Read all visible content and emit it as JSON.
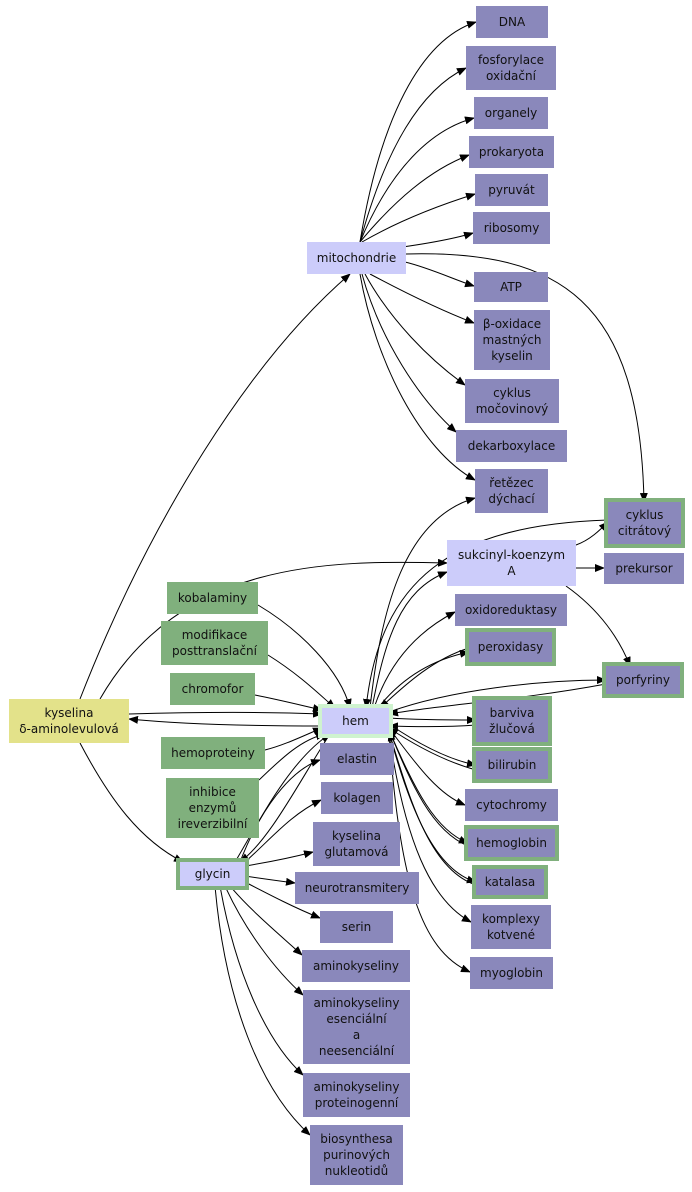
{
  "colors": {
    "purple_box": "#8a88bb",
    "lavender_box": "#ccccfa",
    "green_box": "#80b07d",
    "yellow_box": "#e3e28a",
    "highlight_border": "#80b07d",
    "hem_border": "#cff3cf",
    "edge": "#000000"
  },
  "nodes": {
    "dna": {
      "lines": [
        "DNA"
      ],
      "style": "purple"
    },
    "fosforylace": {
      "lines": [
        "fosforylace",
        "oxidační"
      ],
      "style": "purple"
    },
    "organely": {
      "lines": [
        "organely"
      ],
      "style": "purple"
    },
    "prokaryota": {
      "lines": [
        "prokaryota"
      ],
      "style": "purple"
    },
    "pyruvat": {
      "lines": [
        "pyruvát"
      ],
      "style": "purple"
    },
    "ribosomy": {
      "lines": [
        "ribosomy"
      ],
      "style": "purple"
    },
    "mitochondrie": {
      "lines": [
        "mitochondrie"
      ],
      "style": "lavender"
    },
    "atp": {
      "lines": [
        "ATP"
      ],
      "style": "purple"
    },
    "boxidace": {
      "lines": [
        "β-oxidace",
        "mastných",
        "kyselin"
      ],
      "style": "purple"
    },
    "cyklus_mocovinovy": {
      "lines": [
        "cyklus",
        "močovinový"
      ],
      "style": "purple"
    },
    "dekarboxylace": {
      "lines": [
        "dekarboxylace"
      ],
      "style": "purple"
    },
    "retezec": {
      "lines": [
        "řetězec",
        "dýchací"
      ],
      "style": "purple"
    },
    "cyklus_citratovy": {
      "lines": [
        "cyklus",
        "citrátový"
      ],
      "style": "purple-highlight"
    },
    "sukcinyl": {
      "lines": [
        "sukcinyl-koenzym",
        "A"
      ],
      "style": "lavender"
    },
    "prekursor": {
      "lines": [
        "prekursor"
      ],
      "style": "purple"
    },
    "oxidoreduktasy": {
      "lines": [
        "oxidoreduktasy"
      ],
      "style": "purple"
    },
    "peroxidasy": {
      "lines": [
        "peroxidasy"
      ],
      "style": "purple-highlight"
    },
    "porfyriny": {
      "lines": [
        "porfyriny"
      ],
      "style": "purple-highlight"
    },
    "kobalaminy": {
      "lines": [
        "kobalaminy"
      ],
      "style": "green"
    },
    "modifikace": {
      "lines": [
        "modifikace",
        "posttranslační"
      ],
      "style": "green"
    },
    "chromofor": {
      "lines": [
        "chromofor"
      ],
      "style": "green"
    },
    "kyselina_ala": {
      "lines": [
        "kyselina",
        "δ-aminolevulová"
      ],
      "style": "yellow"
    },
    "hem": {
      "lines": [
        "hem"
      ],
      "style": "hem"
    },
    "barviva": {
      "lines": [
        "barviva",
        "žlučová"
      ],
      "style": "purple-highlight"
    },
    "hemoproteiny": {
      "lines": [
        "hemoproteiny"
      ],
      "style": "green"
    },
    "elastin": {
      "lines": [
        "elastin"
      ],
      "style": "purple"
    },
    "bilirubin": {
      "lines": [
        "bilirubin"
      ],
      "style": "purple-highlight"
    },
    "inhibice": {
      "lines": [
        "inhibice",
        "enzymů",
        "ireverzibilní"
      ],
      "style": "green"
    },
    "kolagen": {
      "lines": [
        "kolagen"
      ],
      "style": "purple"
    },
    "cytochromy": {
      "lines": [
        "cytochromy"
      ],
      "style": "purple"
    },
    "kys_glutamova": {
      "lines": [
        "kyselina",
        "glutamová"
      ],
      "style": "purple"
    },
    "hemoglobin": {
      "lines": [
        "hemoglobin"
      ],
      "style": "purple-highlight"
    },
    "glycin": {
      "lines": [
        "glycin"
      ],
      "style": "glycin"
    },
    "neurotransmitery": {
      "lines": [
        "neurotransmitery"
      ],
      "style": "purple"
    },
    "katalasa": {
      "lines": [
        "katalasa"
      ],
      "style": "purple-highlight"
    },
    "serin": {
      "lines": [
        "serin"
      ],
      "style": "purple"
    },
    "komplexy": {
      "lines": [
        "komplexy",
        "kotvené"
      ],
      "style": "purple"
    },
    "aminokyseliny": {
      "lines": [
        "aminokyseliny"
      ],
      "style": "purple"
    },
    "myoglobin": {
      "lines": [
        "myoglobin"
      ],
      "style": "purple"
    },
    "ak_esencialni": {
      "lines": [
        "aminokyseliny",
        "esenciální",
        "a",
        "neesenciální"
      ],
      "style": "purple"
    },
    "ak_proteinogenni": {
      "lines": [
        "aminokyseliny",
        "proteinogenní"
      ],
      "style": "purple"
    },
    "biosynthesa": {
      "lines": [
        "biosynthesa",
        "purinových",
        "nukleotidů"
      ],
      "style": "purple"
    }
  },
  "edges": [
    {
      "from": "mitochondrie",
      "to": "dna"
    },
    {
      "from": "mitochondrie",
      "to": "fosforylace"
    },
    {
      "from": "mitochondrie",
      "to": "organely"
    },
    {
      "from": "mitochondrie",
      "to": "prokaryota"
    },
    {
      "from": "mitochondrie",
      "to": "pyruvat"
    },
    {
      "from": "mitochondrie",
      "to": "ribosomy"
    },
    {
      "from": "mitochondrie",
      "to": "atp"
    },
    {
      "from": "mitochondrie",
      "to": "boxidace"
    },
    {
      "from": "mitochondrie",
      "to": "cyklus_mocovinovy"
    },
    {
      "from": "mitochondrie",
      "to": "dekarboxylace"
    },
    {
      "from": "mitochondrie",
      "to": "retezec"
    },
    {
      "from": "mitochondrie",
      "to": "cyklus_citratovy"
    },
    {
      "from": "kyselina_ala",
      "to": "mitochondrie"
    },
    {
      "from": "kyselina_ala",
      "to": "sukcinyl"
    },
    {
      "from": "kyselina_ala",
      "to": "glycin"
    },
    {
      "from": "kyselina_ala",
      "to": "hem"
    },
    {
      "from": "hem",
      "to": "kyselina_ala"
    },
    {
      "from": "sukcinyl",
      "to": "cyklus_citratovy"
    },
    {
      "from": "sukcinyl",
      "to": "prekursor"
    },
    {
      "from": "sukcinyl",
      "to": "porfyriny"
    },
    {
      "from": "hem",
      "to": "retezec"
    },
    {
      "from": "hem",
      "to": "sukcinyl"
    },
    {
      "from": "hem",
      "to": "oxidoreduktasy"
    },
    {
      "from": "hem",
      "to": "peroxidasy"
    },
    {
      "from": "hem",
      "to": "porfyriny"
    },
    {
      "from": "hem",
      "to": "barviva"
    },
    {
      "from": "hem",
      "to": "bilirubin"
    },
    {
      "from": "hem",
      "to": "cytochromy"
    },
    {
      "from": "hem",
      "to": "hemoglobin"
    },
    {
      "from": "hem",
      "to": "katalasa"
    },
    {
      "from": "hem",
      "to": "komplexy"
    },
    {
      "from": "hem",
      "to": "myoglobin"
    },
    {
      "from": "hem",
      "to": "glycin"
    },
    {
      "from": "cyklus_citratovy",
      "to": "hem"
    },
    {
      "from": "peroxidasy",
      "to": "hem"
    },
    {
      "from": "porfyriny",
      "to": "hem"
    },
    {
      "from": "barviva",
      "to": "hem"
    },
    {
      "from": "bilirubin",
      "to": "hem"
    },
    {
      "from": "hemoglobin",
      "to": "hem"
    },
    {
      "from": "katalasa",
      "to": "hem"
    },
    {
      "from": "kobalaminy",
      "to": "hem"
    },
    {
      "from": "modifikace",
      "to": "hem"
    },
    {
      "from": "chromofor",
      "to": "hem"
    },
    {
      "from": "hemoproteiny",
      "to": "hem"
    },
    {
      "from": "inhibice",
      "to": "hem"
    },
    {
      "from": "glycin",
      "to": "hem"
    },
    {
      "from": "glycin",
      "to": "elastin"
    },
    {
      "from": "glycin",
      "to": "kolagen"
    },
    {
      "from": "glycin",
      "to": "kys_glutamova"
    },
    {
      "from": "glycin",
      "to": "neurotransmitery"
    },
    {
      "from": "glycin",
      "to": "serin"
    },
    {
      "from": "glycin",
      "to": "aminokyseliny"
    },
    {
      "from": "glycin",
      "to": "ak_esencialni"
    },
    {
      "from": "glycin",
      "to": "ak_proteinogenni"
    },
    {
      "from": "glycin",
      "to": "biosynthesa"
    }
  ]
}
